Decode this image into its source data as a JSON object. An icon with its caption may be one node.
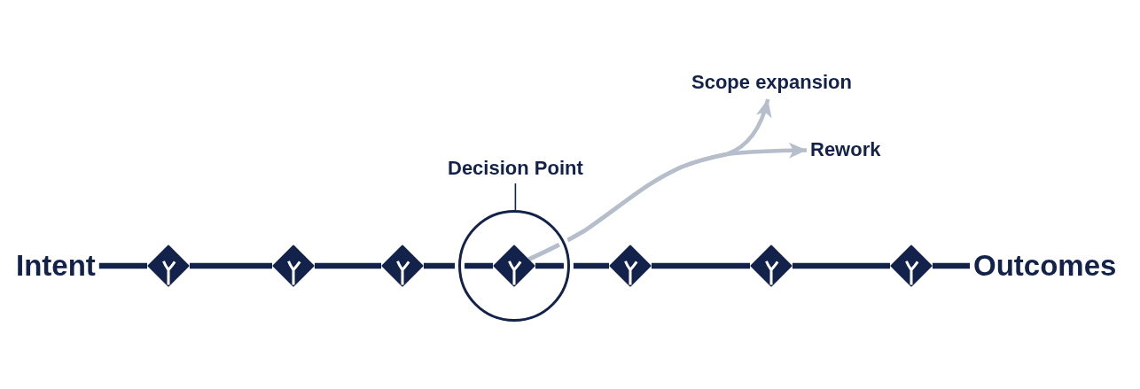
{
  "diagram": {
    "nodes": [
      {
        "text": [
          "Intent"
        ]
      },
      {
        "text": [],
        "shape": "diamond"
      },
      {
        "text": [],
        "shape": "diamond"
      },
      {
        "text": [],
        "shape": "diamond"
      },
      {
        "text": [],
        "shape": "circle"
      },
      {
        "text": [],
        "shape": "diamond",
        "in": 4
      },
      {
        "text": [],
        "shape": "diamond"
      },
      {
        "text": [],
        "shape": "diamond"
      },
      {
        "text": [],
        "shape": "diamond"
      },
      {
        "text": [
          "Outcomes"
        ]
      },
      {
        "text": [
          "Decision Point"
        ]
      },
      {
        "text": [
          "Scope expansion"
        ]
      },
      {
        "text": [
          "Rework"
        ]
      }
    ],
    "edges": [
      {
        "from": 0,
        "to": 1,
        "arrow": "none"
      },
      {
        "from": 1,
        "to": 2,
        "arrow": "none"
      },
      {
        "from": 2,
        "to": 3,
        "arrow": "none"
      },
      {
        "from": 3,
        "to": 5,
        "arrow": "none"
      },
      {
        "from": 5,
        "to": 6,
        "arrow": "none"
      },
      {
        "from": 6,
        "to": 7,
        "arrow": "none"
      },
      {
        "from": 7,
        "to": 8,
        "arrow": "none"
      },
      {
        "from": 8,
        "to": 9,
        "arrow": "none"
      },
      {
        "from": 10,
        "to": 4,
        "arrow": "none"
      },
      {
        "from": 5,
        "to": 11,
        "arrow": "to",
        "color": "#b6bdcb"
      },
      {
        "from": 5,
        "to": 12,
        "arrow": "to",
        "color": "#b6bdcb"
      }
    ]
  }
}
